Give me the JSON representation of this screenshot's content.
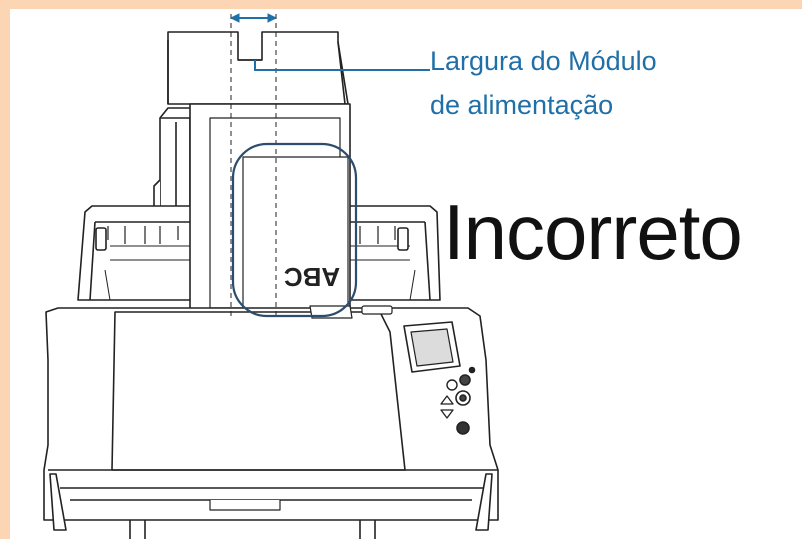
{
  "callout": {
    "line1": "Largura do Módulo",
    "line2": "de alimentação"
  },
  "status_label": "Incorreto",
  "document_text": "ABC",
  "colors": {
    "background": "#fcd5b4",
    "panel": "#ffffff",
    "callout_text": "#1f6fa8",
    "highlight_outline": "#2c4d6e",
    "arrow": "#1f6fa8"
  }
}
